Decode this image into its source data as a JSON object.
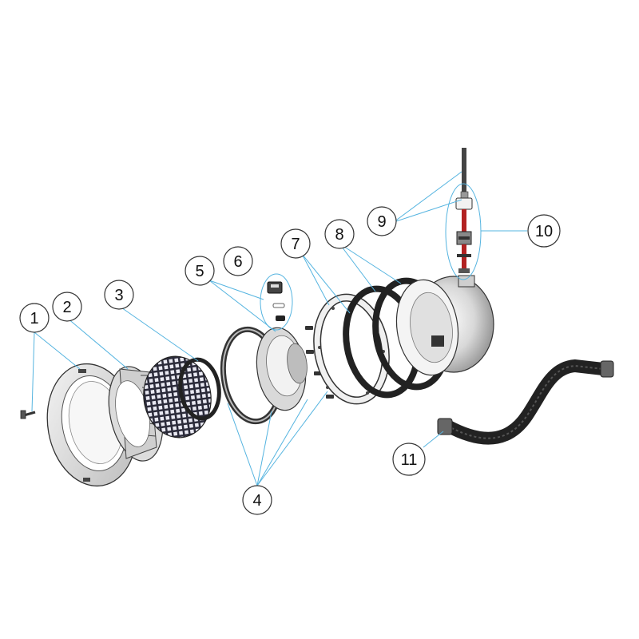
{
  "diagram": {
    "callouts": [
      {
        "id": "1",
        "label": "1"
      },
      {
        "id": "2",
        "label": "2"
      },
      {
        "id": "3",
        "label": "3"
      },
      {
        "id": "4",
        "label": "4"
      },
      {
        "id": "5",
        "label": "5"
      },
      {
        "id": "6",
        "label": "6"
      },
      {
        "id": "7",
        "label": "7"
      },
      {
        "id": "8",
        "label": "8"
      },
      {
        "id": "9",
        "label": "9"
      },
      {
        "id": "10",
        "label": "10"
      },
      {
        "id": "11",
        "label": "11"
      }
    ],
    "colors": {
      "leader": "#55b4e0",
      "outline": "#333333",
      "part_light": "#e6e6e6",
      "part_mid": "#bdbdbd",
      "part_dark": "#2a2a2a",
      "cable_red": "#b22222"
    }
  }
}
